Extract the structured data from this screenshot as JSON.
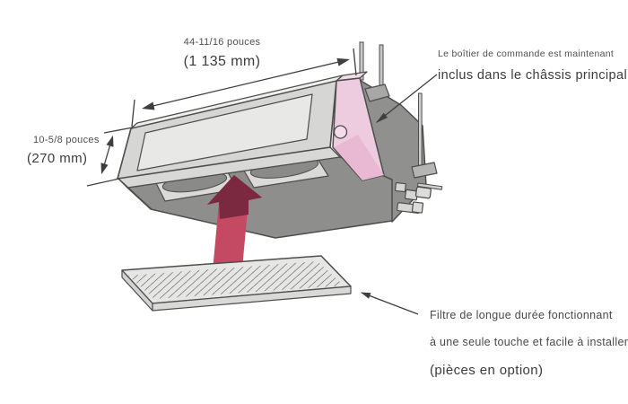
{
  "labels": {
    "width_dim": {
      "line1": "44-11/16 pouces",
      "line2": "(1 135 mm)"
    },
    "height_dim": {
      "line1": "10-5/8 pouces",
      "line2": "(270 mm)"
    },
    "control_box_note": {
      "line1": "Le boîtier de commande est maintenant",
      "line2": "inclus dans le châssis principal"
    },
    "filter_note": {
      "line1": "Filtre de longue durée fonctionnant",
      "line2": "à une seule touche et facile à installer",
      "line3": "(pièces en option)"
    }
  },
  "colors": {
    "control_box_pink_light": "#f3dbe8",
    "control_box_pink": "#eeccdf",
    "control_box_pink_dark": "#e9b9d3",
    "arrow_red": "#c44a63",
    "arrow_red_dark": "#7b2940",
    "unit_body_gray": "#d6d6d5",
    "unit_underside_gray": "#8e8e8d",
    "outline": "#4d4d4d",
    "annotation_text": "#4a4a4a"
  }
}
